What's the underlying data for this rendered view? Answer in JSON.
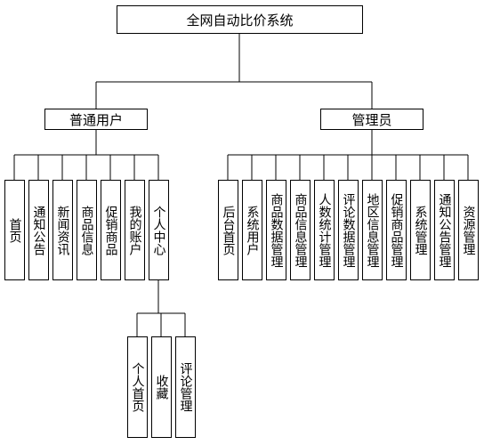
{
  "root": {
    "label": "全网自动比价系统"
  },
  "branches": [
    {
      "label": "普通用户",
      "children": [
        {
          "label": "首页"
        },
        {
          "label": "通知公告"
        },
        {
          "label": "新闻资讯"
        },
        {
          "label": "商品信息"
        },
        {
          "label": "促销商品"
        },
        {
          "label": "我的账户"
        },
        {
          "label": "个人中心",
          "children": [
            {
              "label": "个人首页"
            },
            {
              "label": "收藏"
            },
            {
              "label": "评论管理"
            }
          ]
        }
      ]
    },
    {
      "label": "管理员",
      "children": [
        {
          "label": "后台首页"
        },
        {
          "label": "系统用户"
        },
        {
          "label": "商品数据管理"
        },
        {
          "label": "商品信息管理"
        },
        {
          "label": "人数统计管理"
        },
        {
          "label": "评论数据管理"
        },
        {
          "label": "地区信息管理"
        },
        {
          "label": "促销商品管理"
        },
        {
          "label": "系统管理"
        },
        {
          "label": "通知公告管理"
        },
        {
          "label": "资源管理"
        }
      ]
    }
  ]
}
